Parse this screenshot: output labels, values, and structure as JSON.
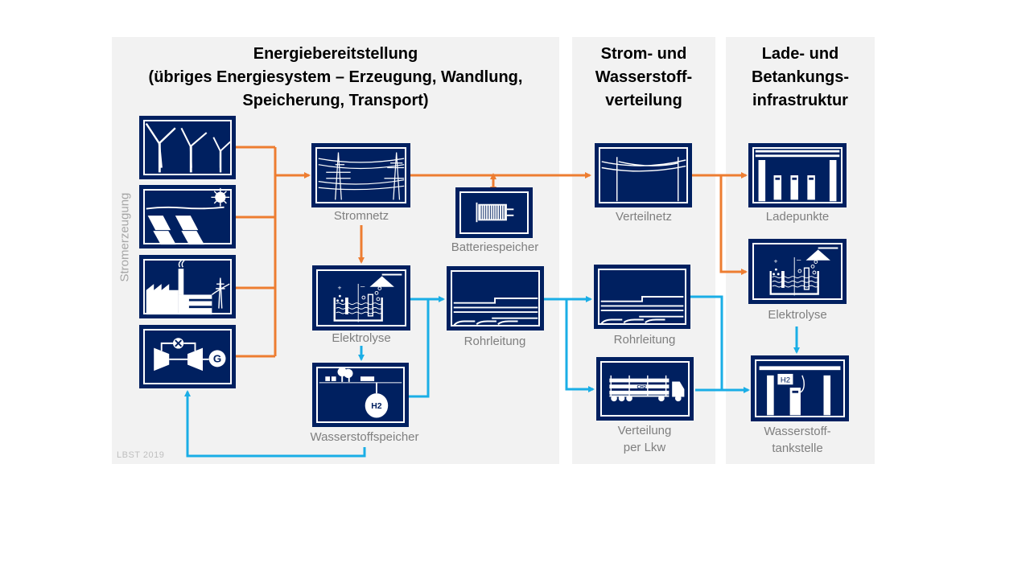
{
  "colors": {
    "panel_bg": "#f2f2f2",
    "icon_bg": "#002060",
    "electricity_flow": "#ed7d31",
    "hydrogen_flow": "#1aaee6",
    "label_text": "#7f7f7f"
  },
  "panels": {
    "supply": {
      "title": "Energiebereitstellung\n(übriges Energiesystem – Erzeugung, Wandlung,\nSpeicherung, Transport)"
    },
    "distribution": {
      "title": "Strom- und\nWasserstoff-\nverteilung"
    },
    "infrastructure": {
      "title": "Lade- und\nBetankungs-\ninfrastruktur"
    }
  },
  "generation": {
    "group_label": "Stromerzeugung",
    "items": [
      {
        "icon": "wind-turbines-icon"
      },
      {
        "icon": "solar-panels-icon"
      },
      {
        "icon": "power-plant-icon"
      },
      {
        "icon": "gas-turbine-generator-icon",
        "generator_letter": "G"
      }
    ]
  },
  "nodes": {
    "stromnetz": {
      "label": "Stromnetz",
      "icon": "transmission-grid-icon"
    },
    "batteriespeicher": {
      "label": "Batteriespeicher",
      "icon": "battery-icon"
    },
    "elektrolyse1": {
      "label": "Elektrolyse",
      "icon": "electrolysis-icon"
    },
    "wasserstoffspeicher": {
      "label": "Wasserstoffspeicher",
      "icon": "underground-h2-storage-icon",
      "h2": "H2"
    },
    "rohrleitung1": {
      "label": "Rohrleitung",
      "icon": "pipeline-icon"
    },
    "verteilnetz": {
      "label": "Verteilnetz",
      "icon": "distribution-grid-icon"
    },
    "rohrleitung2": {
      "label": "Rohrleitung",
      "icon": "pipeline-icon"
    },
    "lkw": {
      "label": "Verteilung\nper Lkw",
      "icon": "h2-truck-icon",
      "truck_text": "CH2"
    },
    "ladepunkte": {
      "label": "Ladepunkte",
      "icon": "charging-points-icon"
    },
    "elektrolyse2": {
      "label": "Elektrolyse",
      "icon": "electrolysis-icon"
    },
    "tankstelle": {
      "label": "Wasserstoff-\ntankstelle",
      "icon": "h2-fuel-station-icon",
      "h2": "H2"
    }
  },
  "footer": {
    "credit": "LBST 2019"
  }
}
